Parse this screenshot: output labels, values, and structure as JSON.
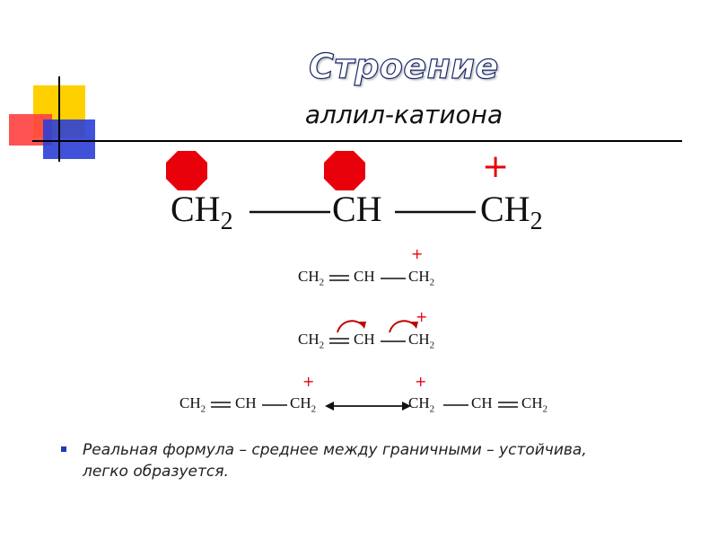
{
  "title": "Строение",
  "subtitle": "аллил-катиона",
  "main_formula": {
    "group1": "CH",
    "group2": "CH",
    "group3": "CH",
    "subscript": "2",
    "charge": "+"
  },
  "resonance": {
    "ch2": "CH",
    "ch": "CH",
    "sub": "2",
    "charge": "+"
  },
  "bullet": {
    "text_line1": "Реальная формула – среднее между граничными – устойчива,",
    "text_line2": "легко образуется."
  },
  "colors": {
    "accent_red": "#e8000b",
    "accent_yellow": "#ffd000",
    "accent_blue": "#2b3fd6",
    "title_outline": "#1b2a6b"
  }
}
